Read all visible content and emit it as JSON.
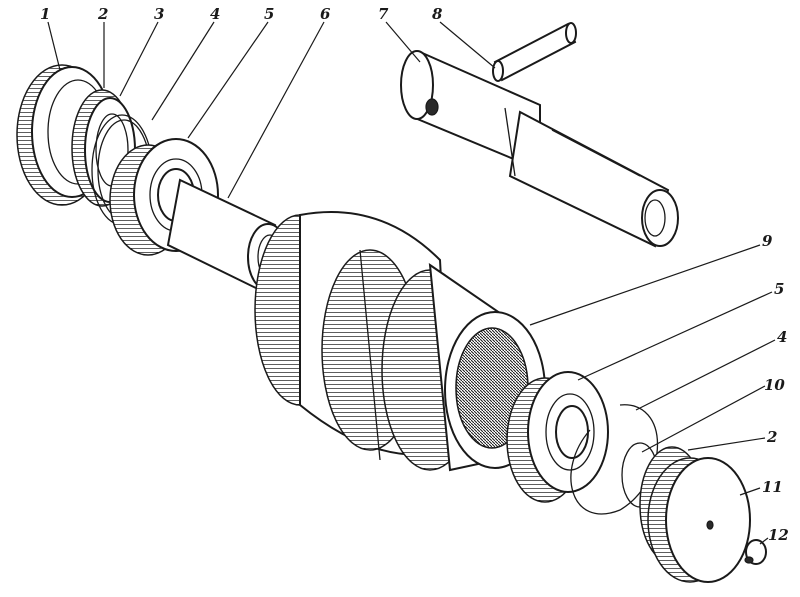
{
  "callouts": [
    {
      "id": "c1",
      "text": "1"
    },
    {
      "id": "c2",
      "text": "2"
    },
    {
      "id": "c3",
      "text": "3"
    },
    {
      "id": "c4",
      "text": "4"
    },
    {
      "id": "c5",
      "text": "5"
    },
    {
      "id": "c6",
      "text": "6"
    },
    {
      "id": "c7",
      "text": "7"
    },
    {
      "id": "c8",
      "text": "8"
    },
    {
      "id": "c9",
      "text": "9"
    },
    {
      "id": "c5b",
      "text": "5"
    },
    {
      "id": "c4b",
      "text": "4"
    },
    {
      "id": "c10",
      "text": "10"
    },
    {
      "id": "c2b",
      "text": "2"
    },
    {
      "id": "c11",
      "text": "11"
    },
    {
      "id": "c12",
      "text": "12"
    }
  ]
}
